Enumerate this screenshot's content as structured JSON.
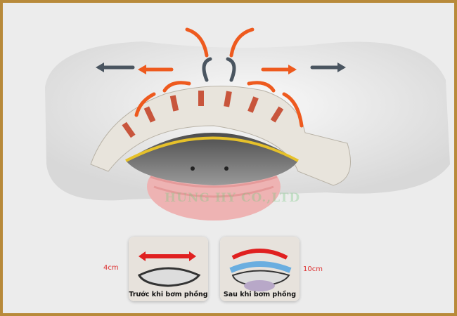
{
  "watermark": "HUNG HY CO.,LTD",
  "before": {
    "label": "Trước khi bơm phồng",
    "height": "4cm"
  },
  "after": {
    "label": "Sau khi bơm phồng",
    "height": "10cm"
  },
  "colors": {
    "border": "#b88a3a",
    "arrow_orange": "#ee5a1e",
    "arrow_gray": "#4a5560",
    "device_band": "#e6c12a"
  }
}
